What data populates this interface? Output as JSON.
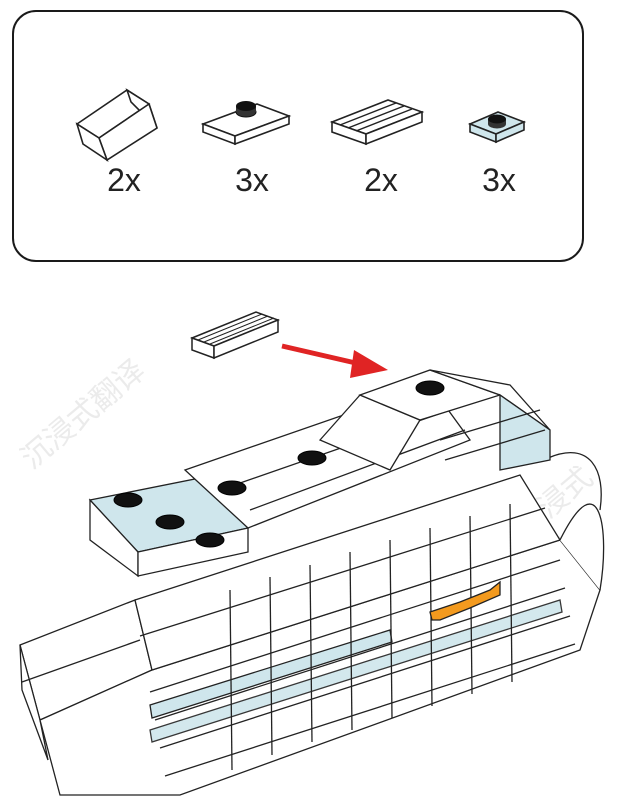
{
  "parts": [
    {
      "name": "slope-brick",
      "qty": "2x"
    },
    {
      "name": "plate-with-stud",
      "qty": "3x"
    },
    {
      "name": "grille-tile",
      "qty": "2x"
    },
    {
      "name": "light-blue-plate",
      "qty": "3x"
    }
  ],
  "watermark": {
    "text": "沉浸式翻译"
  },
  "colors": {
    "outline": "#1a1a1a",
    "white_brick": "#ffffff",
    "light_blue": "#cfe6ec",
    "orange": "#f39a1e",
    "arrow_red": "#e02424"
  }
}
